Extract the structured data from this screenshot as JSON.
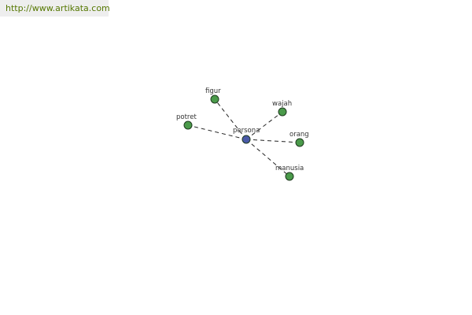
{
  "source_url": "http://www.artikata.com",
  "colors": {
    "center_node": "#4a5aa8",
    "leaf_node": "#4a9a4a",
    "edge": "#222222",
    "url_text": "#557700"
  },
  "graph": {
    "center": {
      "id": "persona",
      "label": "persona"
    },
    "nodes": [
      {
        "id": "figur",
        "label": "figur"
      },
      {
        "id": "wajah",
        "label": "wajah"
      },
      {
        "id": "potret",
        "label": "potret"
      },
      {
        "id": "orang",
        "label": "orang"
      },
      {
        "id": "manusia",
        "label": "manusia"
      }
    ],
    "edges": [
      {
        "from": "persona",
        "to": "figur"
      },
      {
        "from": "persona",
        "to": "wajah"
      },
      {
        "from": "persona",
        "to": "potret"
      },
      {
        "from": "persona",
        "to": "orang"
      },
      {
        "from": "persona",
        "to": "manusia"
      }
    ]
  }
}
